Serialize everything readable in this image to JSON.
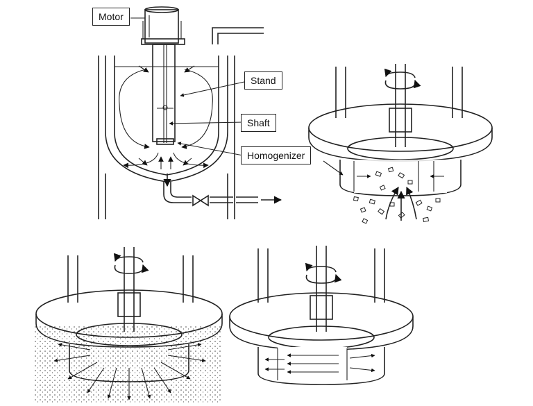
{
  "labels": {
    "motor": "Motor",
    "stand": "Stand",
    "shaft": "Shaft",
    "homogenizer": "Homogenizer"
  },
  "colors": {
    "ink": "#222222",
    "background": "#ffffff"
  },
  "panels": [
    "tank-cross-section",
    "homogenizer-intake",
    "homogenizer-dispersion",
    "homogenizer-internal-flow"
  ]
}
